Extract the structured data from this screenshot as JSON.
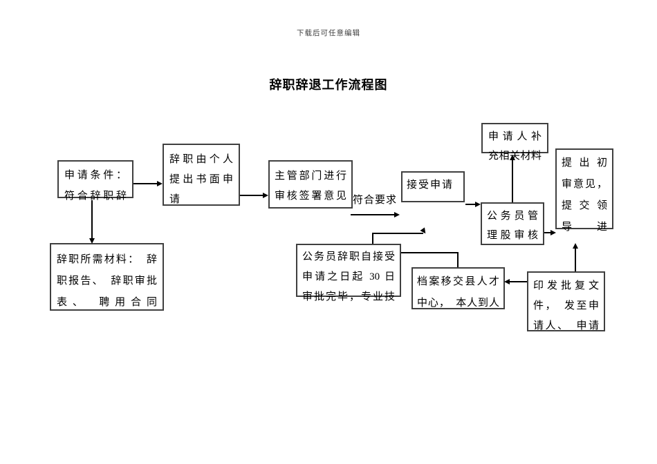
{
  "page": {
    "watermark": "下载后可任意编辑",
    "title": "辞职辞退工作流程图"
  },
  "colors": {
    "background": "#ffffff",
    "box_border": "#3f3f3f",
    "line": "#000000",
    "text": "#000000"
  },
  "flowchart": {
    "boxes": [
      {
        "id": "apply-conditions",
        "text": "申请条件：\n符合辞职辞"
      },
      {
        "id": "written-application",
        "text": "辞职由个人\n提出书面申\n请"
      },
      {
        "id": "dept-review",
        "text": "主管部门进行\n审核签署意见"
      },
      {
        "id": "accept-application",
        "text": "接受申请"
      },
      {
        "id": "applicant-supplement",
        "text": "申请人补\n充相关材料"
      },
      {
        "id": "civil-servant-mgmt-review",
        "text": "公务员管\n理股审核"
      },
      {
        "id": "initial-opinion",
        "text": "提出初\n审意见，\n提交领\n导　　进"
      },
      {
        "id": "required-materials",
        "text": "辞职所需材料：　辞\n职报告、　辞职审批\n表、　聘用合同"
      },
      {
        "id": "thirty-day-approval",
        "text": "公务员辞职自接受\n申请之日起 30 日\n审批完毕，专业技"
      },
      {
        "id": "archive-transfer",
        "text": "档案移交县人才\n中心，　本人到人"
      },
      {
        "id": "issue-approval-doc",
        "text": "印发批复文\n件，　发至申\n请人、　申请"
      }
    ],
    "edge_label": "符合要求"
  }
}
